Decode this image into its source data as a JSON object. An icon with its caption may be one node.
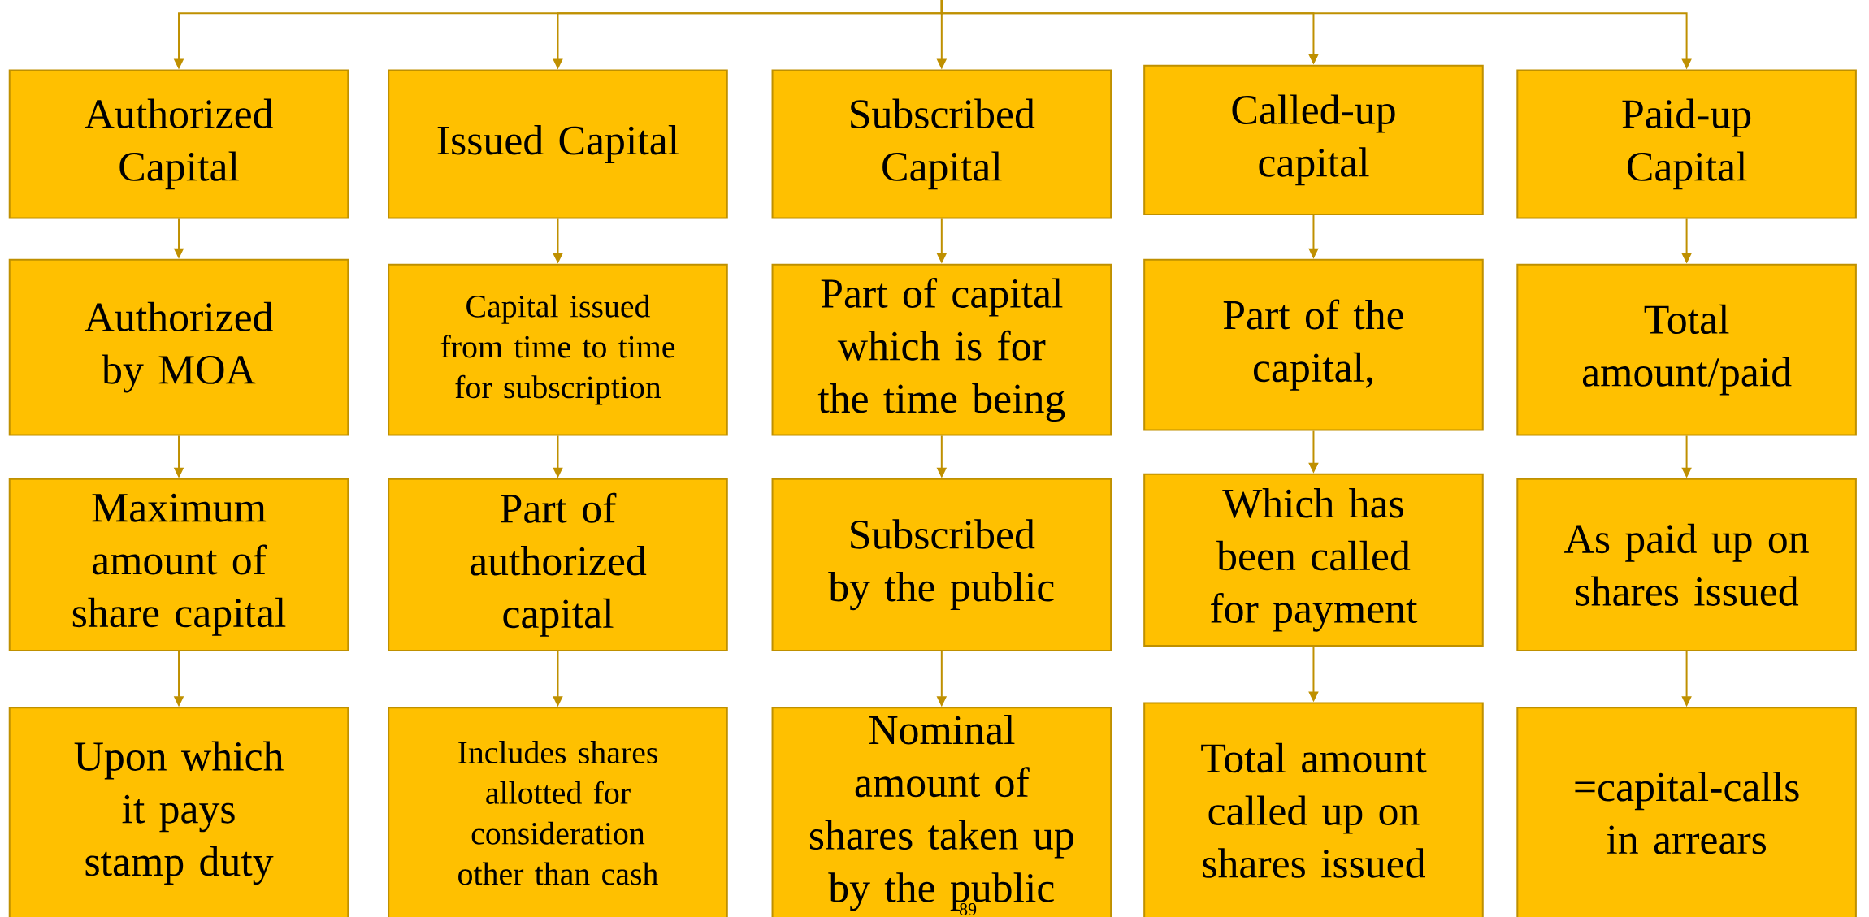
{
  "diagram": {
    "nodes": [
      {
        "text": [
          "Authorized Capital"
        ]
      },
      {
        "text": [
          "Issued Capital"
        ]
      },
      {
        "text": [
          "Subscribed Capital"
        ]
      },
      {
        "text": [
          "Called-up capital"
        ]
      },
      {
        "text": [
          "Paid-up Capital"
        ]
      },
      {
        "text": [
          "Authorized by MOA"
        ]
      },
      {
        "text": [
          "Capital issued from time to time for subscription"
        ]
      },
      {
        "text": [
          "Part of capital which is for the time being"
        ]
      },
      {
        "text": [
          "Part of the capital,"
        ]
      },
      {
        "text": [
          "Total amount/paid"
        ]
      },
      {
        "text": [
          "Maximum amount of share capital"
        ]
      },
      {
        "text": [
          "Part of authorized capital"
        ]
      },
      {
        "text": [
          "Subscribed by the public"
        ]
      },
      {
        "text": [
          "Which has been called for payment"
        ]
      },
      {
        "text": [
          "As paid up on shares issued"
        ]
      },
      {
        "text": [
          "Upon which it pays stamp duty"
        ]
      },
      {
        "text": [
          "Includes shares allotted for consideration other than cash"
        ]
      },
      {
        "text": [
          "Nominal amount of shares taken up by the public"
        ]
      },
      {
        "text": [
          "Total amount called up on shares issued"
        ]
      },
      {
        "text": [
          "=capital-calls in arrears"
        ]
      }
    ],
    "edges": [
      {
        "from": null,
        "to": 0,
        "arrow": "to"
      },
      {
        "from": null,
        "to": 1,
        "arrow": "to"
      },
      {
        "from": null,
        "to": 2,
        "arrow": "to"
      },
      {
        "from": null,
        "to": 3,
        "arrow": "to"
      },
      {
        "from": null,
        "to": 4,
        "arrow": "to"
      },
      {
        "from": 0,
        "to": 5,
        "arrow": "to"
      },
      {
        "from": 1,
        "to": 6,
        "arrow": "to"
      },
      {
        "from": 2,
        "to": 7,
        "arrow": "to"
      },
      {
        "from": 3,
        "to": 8,
        "arrow": "to"
      },
      {
        "from": 4,
        "to": 9,
        "arrow": "to"
      },
      {
        "from": 5,
        "to": 10,
        "arrow": "to"
      },
      {
        "from": 6,
        "to": 11,
        "arrow": "to"
      },
      {
        "from": 7,
        "to": 12,
        "arrow": "to"
      },
      {
        "from": 8,
        "to": 13,
        "arrow": "to"
      },
      {
        "from": 9,
        "to": 14,
        "arrow": "to"
      },
      {
        "from": 10,
        "to": 15,
        "arrow": "to"
      },
      {
        "from": 11,
        "to": 16,
        "arrow": "to"
      },
      {
        "from": 12,
        "to": 17,
        "arrow": "to"
      },
      {
        "from": 13,
        "to": 18,
        "arrow": "to"
      },
      {
        "from": 14,
        "to": 19,
        "arrow": "to"
      }
    ],
    "labels": [
      "89"
    ]
  }
}
